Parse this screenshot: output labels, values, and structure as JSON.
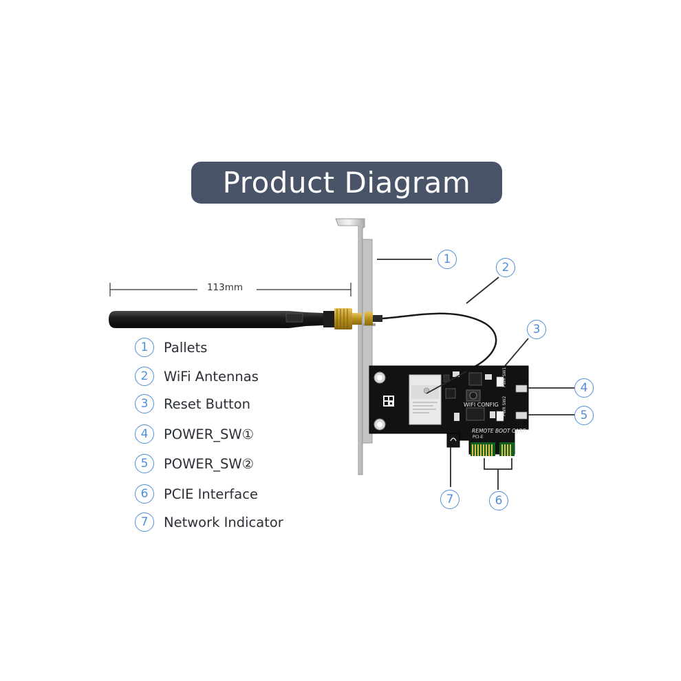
{
  "title": "Product Diagram",
  "dimension": {
    "label": "113mm"
  },
  "legend": [
    {
      "num": "1",
      "label": "Pallets"
    },
    {
      "num": "2",
      "label": "WiFi Antennas"
    },
    {
      "num": "3",
      "label": "Reset Button"
    },
    {
      "num": "4",
      "label": "POWER_SW①"
    },
    {
      "num": "5",
      "label": "POWER_SW②"
    },
    {
      "num": "6",
      "label": "PCIE Interface"
    },
    {
      "num": "7",
      "label": "Network Indicator"
    }
  ],
  "board_text": {
    "wifi_config": "WIFI CONFIG",
    "remote_boot_card": "REMOTE BOOT CARD",
    "pcie_mark": "PCI-E",
    "sw1_mark": "PWR SW1",
    "sw2_mark": "PWR SW2"
  },
  "colors": {
    "title_bg": "#4a5468",
    "accent_blue": "#4f8ed8",
    "pcb": "#111111",
    "gold": "#c9a227"
  }
}
